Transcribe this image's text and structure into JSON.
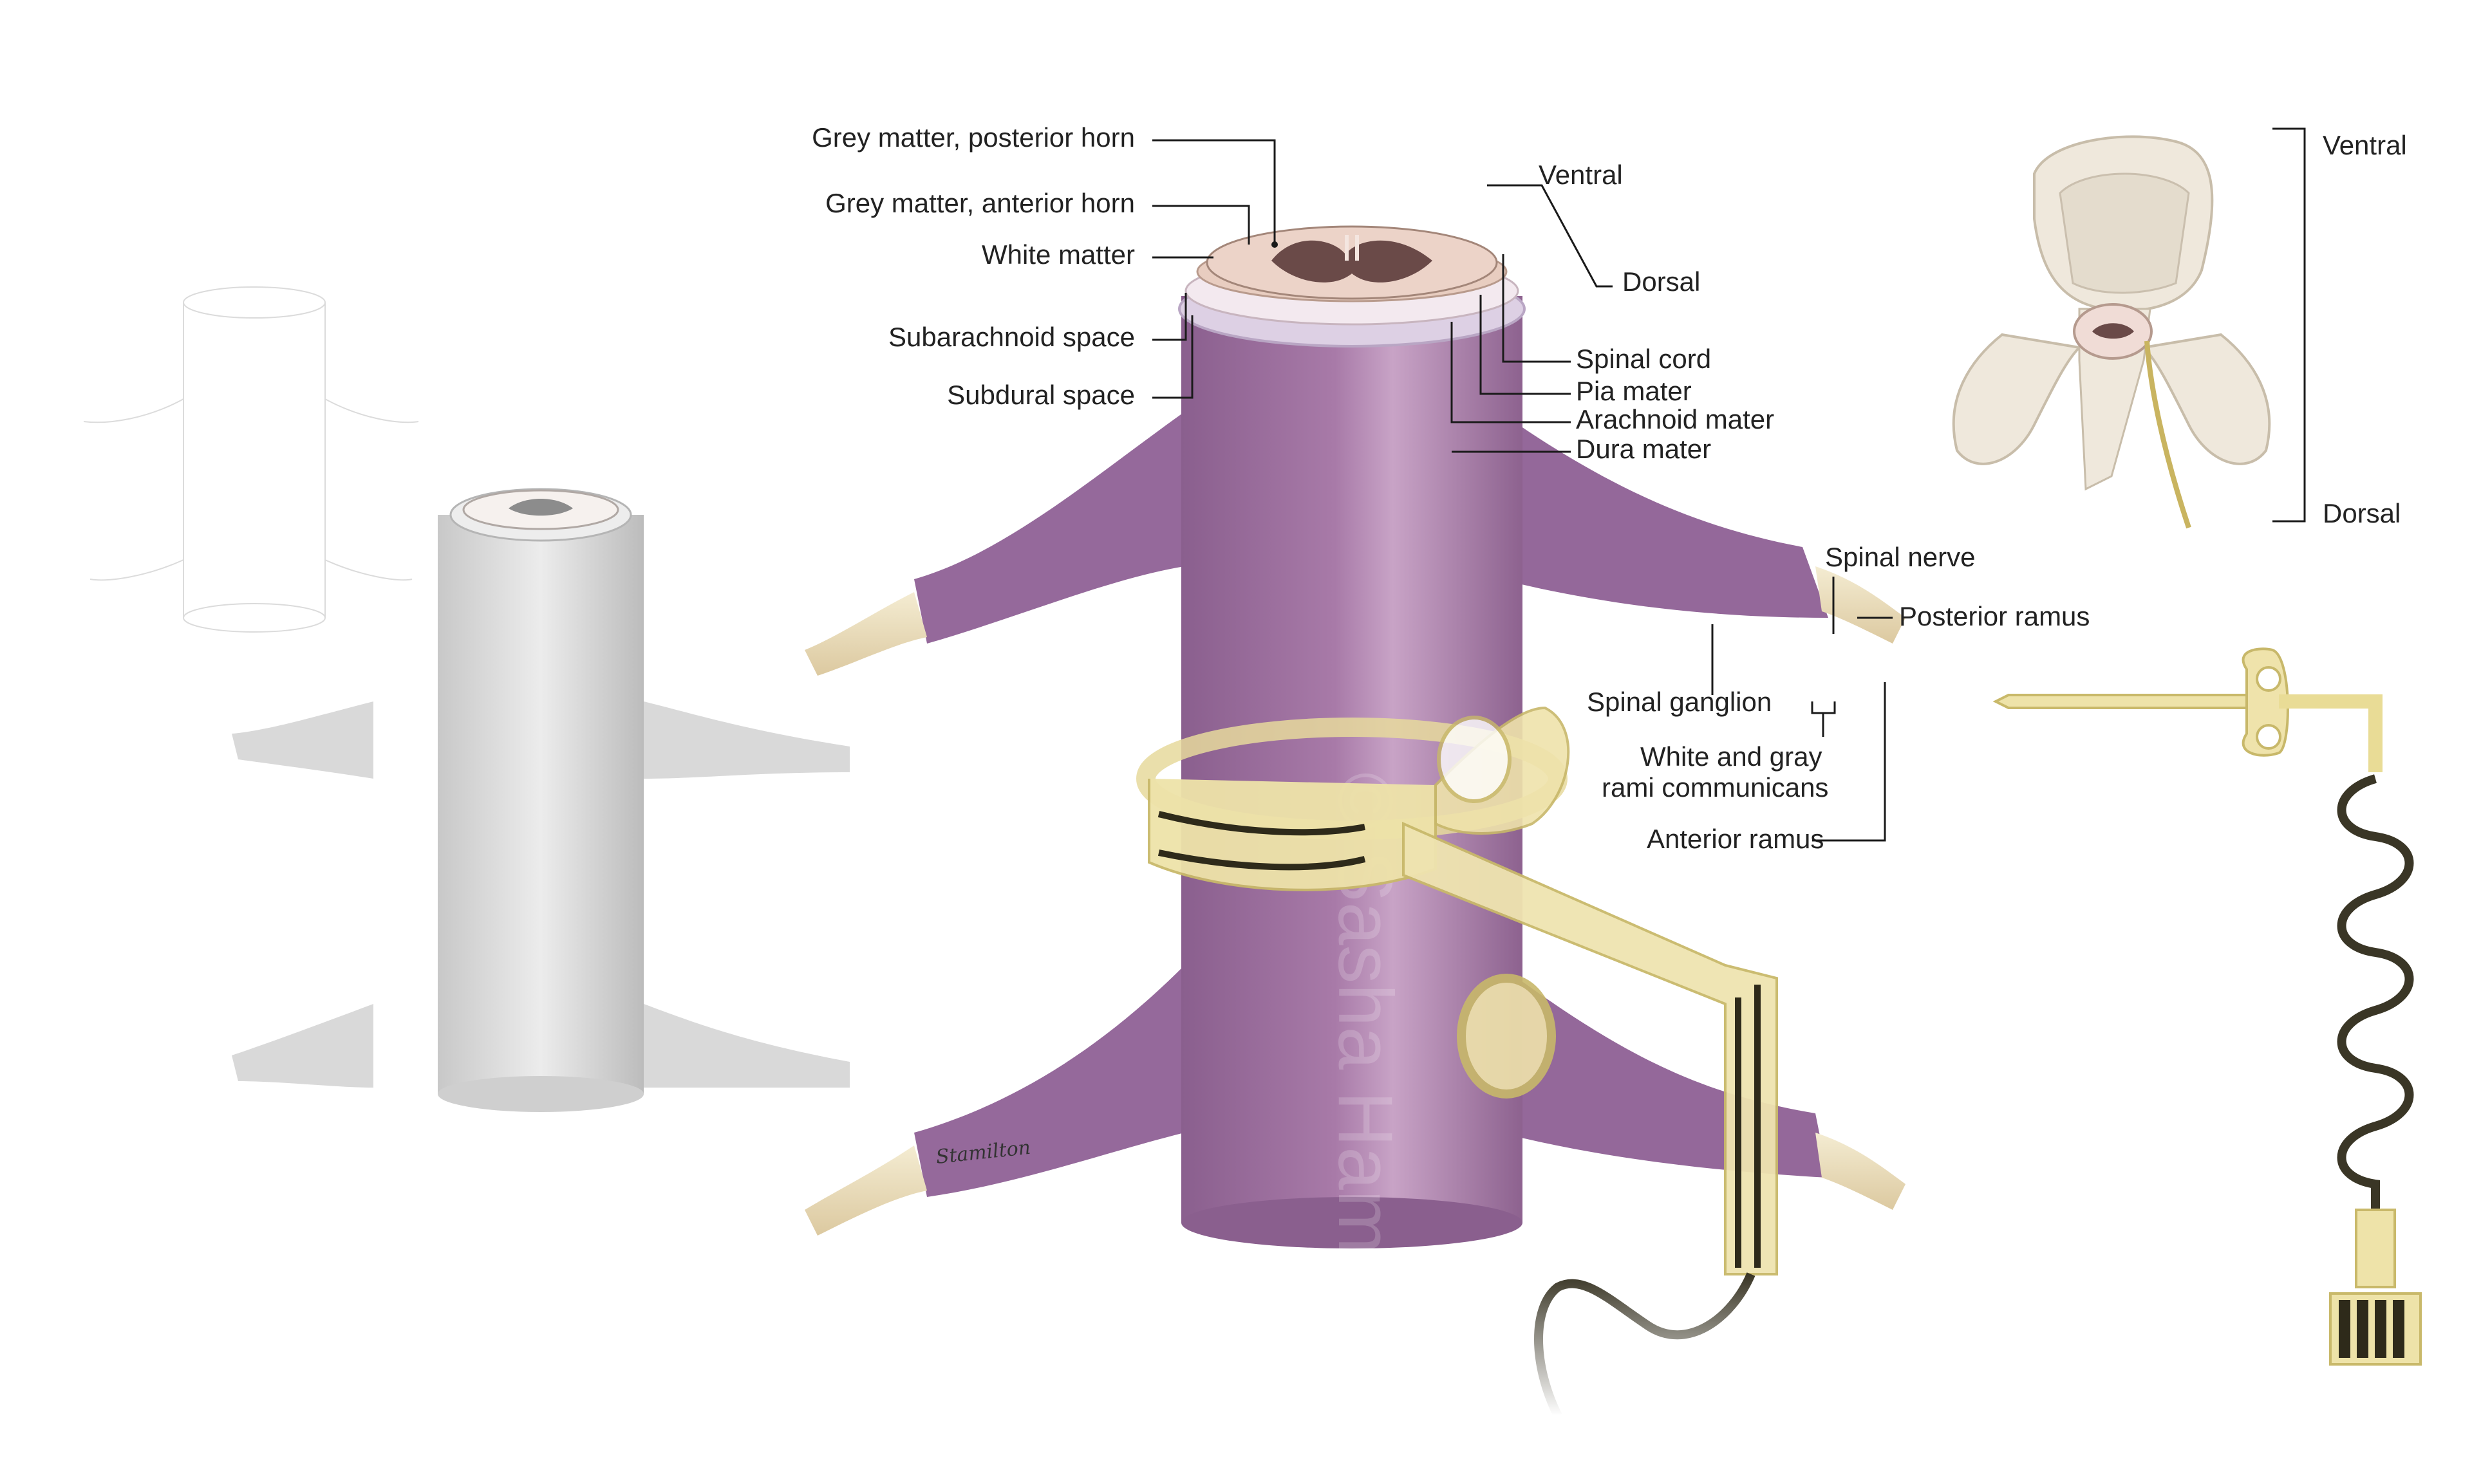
{
  "labels": {
    "grey_posterior": "Grey matter, posterior horn",
    "grey_anterior": "Grey matter, anterior horn",
    "white_matter": "White matter",
    "subarachnoid": "Subarachnoid space",
    "subdural": "Subdural space",
    "ventral": "Ventral",
    "dorsal": "Dorsal",
    "spinal_cord": "Spinal cord",
    "pia": "Pia mater",
    "arachnoid": "Arachnoid mater",
    "dura": "Dura mater",
    "spinal_nerve": "Spinal nerve",
    "posterior_ramus": "Posterior ramus",
    "spinal_ganglion": "Spinal ganglion",
    "rami_line1": "White and gray",
    "rami_line2": "rami communicans",
    "anterior_ramus": "Anterior ramus",
    "inset_ventral": "Ventral",
    "inset_dorsal": "Dorsal"
  },
  "watermark": "© Sasha Hamilton",
  "signature": "Stamilton",
  "colors": {
    "dura": "#9c6d9e",
    "dura_dark": "#7e5282",
    "nerve": "#efe4c4",
    "cuff": "#e9dc96",
    "cuff_line": "#2e2a1a",
    "cord_section": "#e9cdc2",
    "grey_matter": "#6a4a48",
    "vertebra": "#efe8dc"
  }
}
